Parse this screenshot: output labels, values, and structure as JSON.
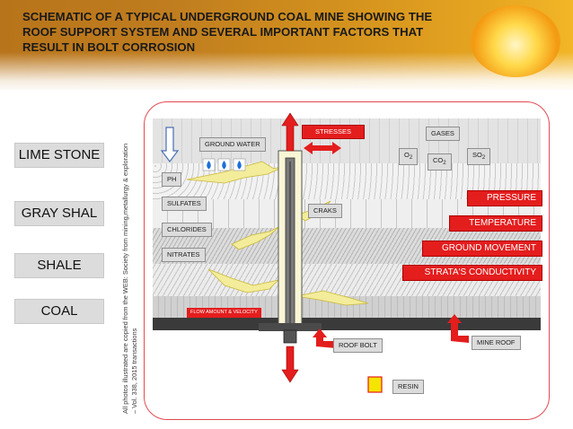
{
  "header": {
    "title": "SCHEMATIC OF A TYPICAL UNDERGROUND COAL MINE SHOWING THE ROOF SUPPORT SYSTEM AND SEVERAL IMPORTANT FACTORS THAT RESULT IN BOLT CORROSION"
  },
  "strata_labels": [
    "LIME STONE",
    "GRAY SHAL",
    "SHALE",
    "COAL"
  ],
  "credit": "All photos illustrated are copied from the WEB: Society from mining,metallurgy & exploration – Vol. 338, 2015 transactions",
  "diagram": {
    "ground_water": "GROUND WATER",
    "ph": "PH",
    "sulfates": "SULFATES",
    "chlorides": "CHLORIDES",
    "nitrates": "NITRATES",
    "stresses": "STRESSES",
    "craks": "CRAKS",
    "gases": "GASES",
    "gas_o": "O",
    "gas_o_sub": "2",
    "gas_co": "CO",
    "gas_co_sub": "2",
    "gas_so": "SO",
    "gas_so_sub": "2",
    "pressure": "PRESSURE",
    "temperature": "TEMPERATURE",
    "ground_movement": "GROUND MOVEMENT",
    "strata_conductivity": "STRATA'S CONDUCTIVITY",
    "flow": "FLOW AMOUNT & VELOCITY",
    "roof_bolt": "ROOF BOLT",
    "mine_roof": "MINE ROOF",
    "resin": "RESIN"
  },
  "colors": {
    "accent_red": "#e41d1d",
    "frame_red": "#e24a52",
    "resin_yellow": "#f5e400",
    "water_blue": "#1d6fd6"
  }
}
